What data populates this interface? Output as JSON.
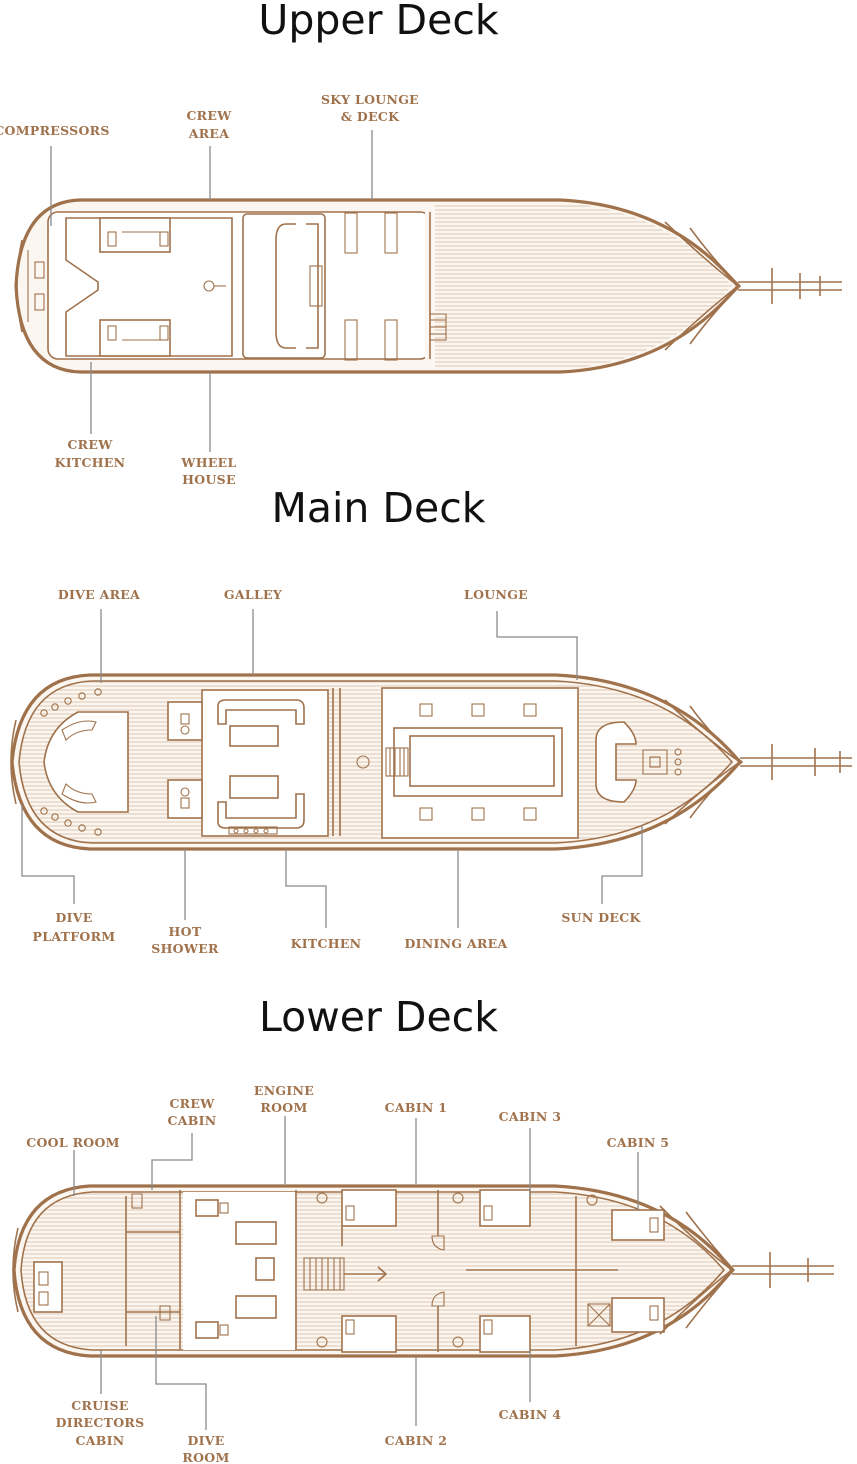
{
  "decks": {
    "upper": {
      "title": "Upper Deck",
      "labels": {
        "compressors": "COMPRESSORS",
        "crew_area_1": "CREW",
        "crew_area_2": "AREA",
        "sky_lounge_1": "SKY LOUNGE",
        "sky_lounge_2": "& DECK",
        "crew_kitchen_1": "CREW",
        "crew_kitchen_2": "KITCHEN",
        "wheel_house_1": "WHEEL",
        "wheel_house_2": "HOUSE"
      }
    },
    "main": {
      "title": "Main Deck",
      "labels": {
        "dive_area": "DIVE AREA",
        "galley": "GALLEY",
        "lounge": "LOUNGE",
        "dive_platform_1": "DIVE",
        "dive_platform_2": "PLATFORM",
        "hot_shower_1": "HOT",
        "hot_shower_2": "SHOWER",
        "kitchen": "KITCHEN",
        "dining_area": "DINING AREA",
        "sun_deck": "SUN DECK"
      }
    },
    "lower": {
      "title": "Lower Deck",
      "labels": {
        "cool_room": "COOL ROOM",
        "crew_cabin_1": "CREW",
        "crew_cabin_2": "CABIN",
        "engine_room_1": "ENGINE",
        "engine_room_2": "ROOM",
        "cabin_1": "CABIN 1",
        "cabin_3": "CABIN 3",
        "cabin_5": "CABIN 5",
        "cruise_directors_1": "CRUISE",
        "cruise_directors_2": "DIRECTORS",
        "cruise_directors_3": "CABIN",
        "dive_room_1": "DIVE",
        "dive_room_2": "ROOM",
        "cabin_2": "CABIN 2",
        "cabin_4": "CABIN 4"
      }
    }
  },
  "colors": {
    "line": "#a0724c",
    "leader": "#8a8a8a",
    "deck_fill": "#fbf6f0"
  }
}
